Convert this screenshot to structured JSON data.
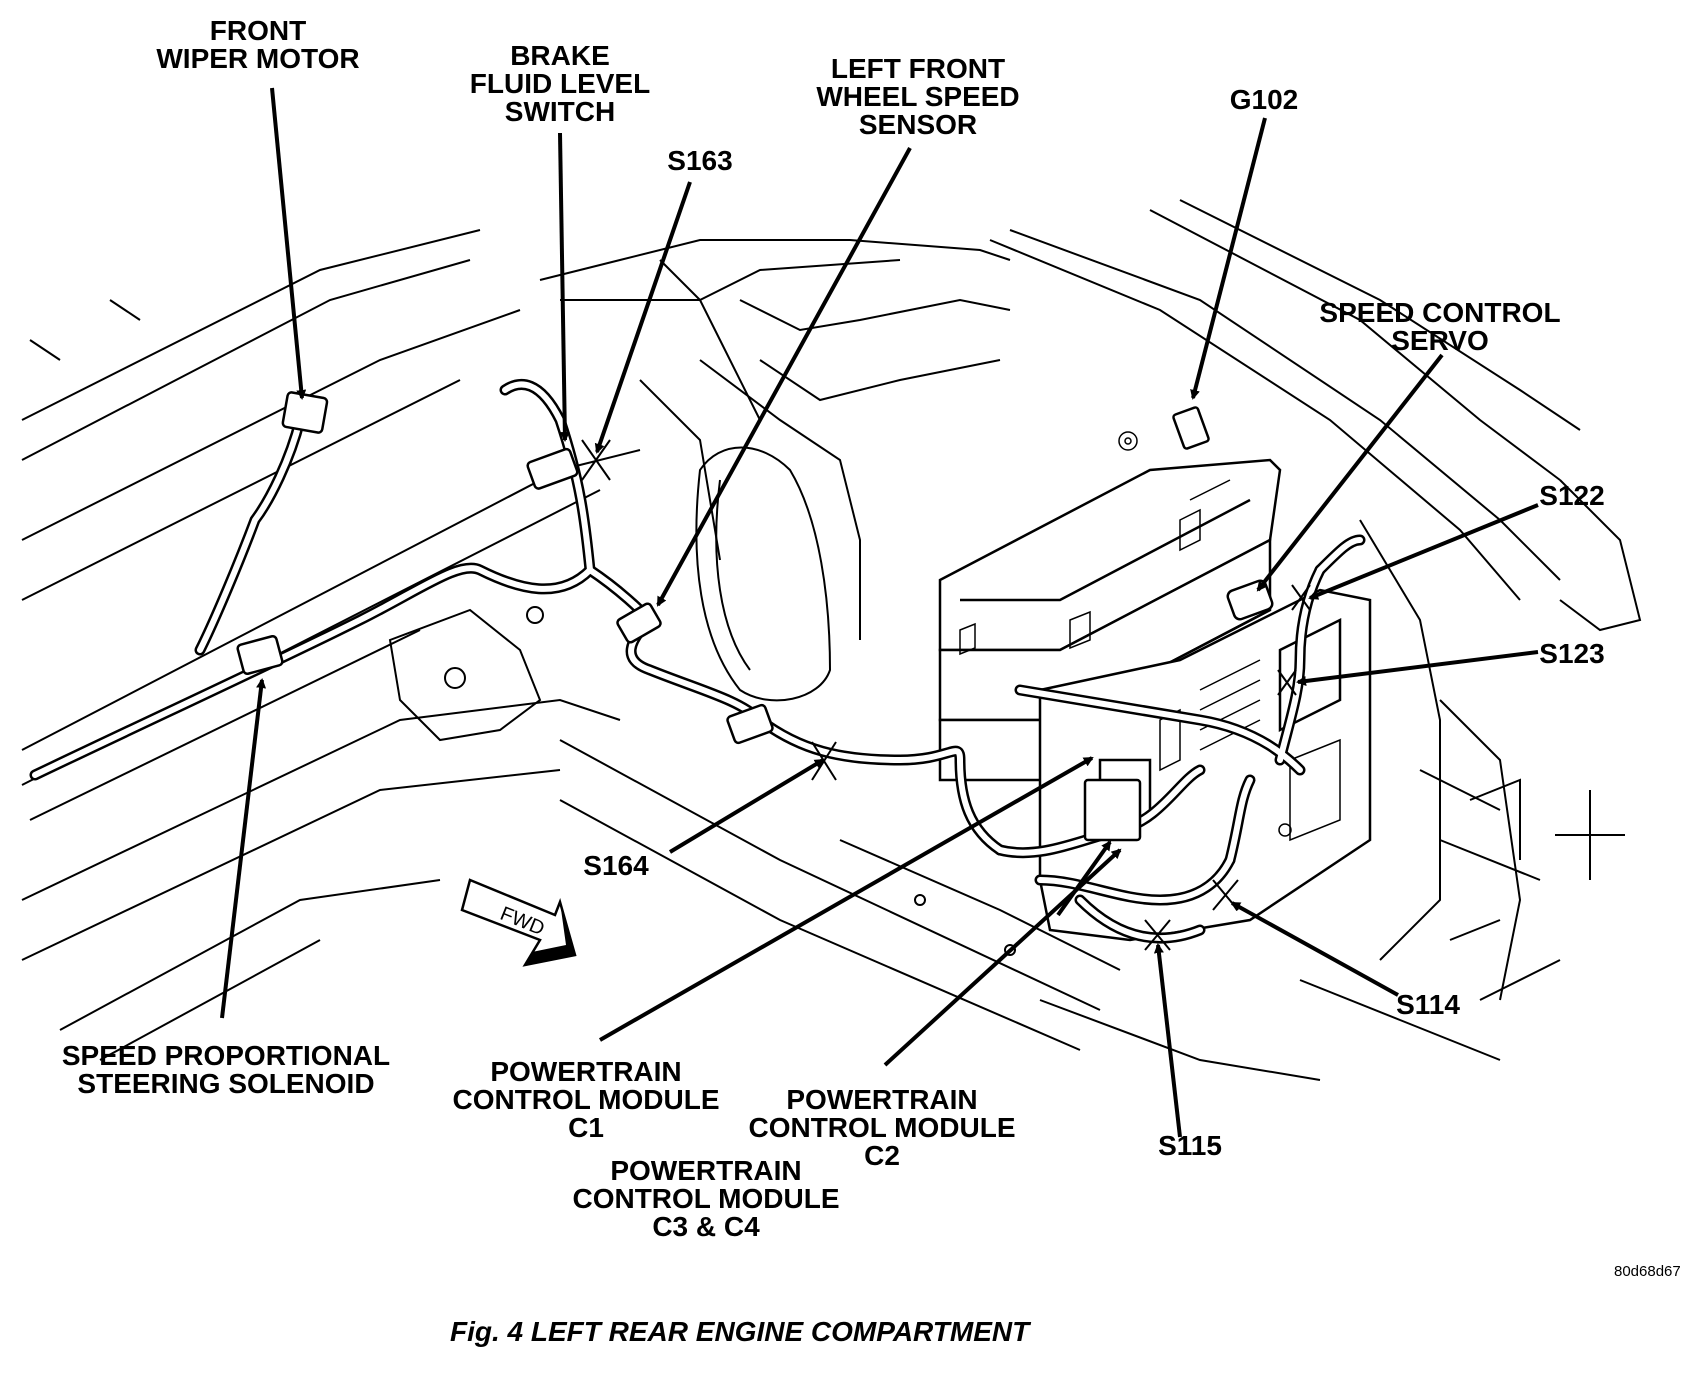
{
  "labels": {
    "front_wiper_motor": [
      "FRONT",
      "WIPER MOTOR"
    ],
    "brake_fluid_level_switch": [
      "BRAKE",
      "FLUID LEVEL",
      "SWITCH"
    ],
    "s163": [
      "S163"
    ],
    "left_front_wheel_speed_sensor": [
      "LEFT FRONT",
      "WHEEL SPEED",
      "SENSOR"
    ],
    "g102": [
      "G102"
    ],
    "speed_control_servo": [
      "SPEED CONTROL",
      "SERVO"
    ],
    "s122": [
      "S122"
    ],
    "s123": [
      "S123"
    ],
    "s164": [
      "S164"
    ],
    "s114": [
      "S114"
    ],
    "s115": [
      "S115"
    ],
    "speed_proportional_steering_solenoid": [
      "SPEED PROPORTIONAL",
      "STEERING SOLENOID"
    ],
    "pcm_c1": [
      "POWERTRAIN",
      "CONTROL MODULE",
      "C1"
    ],
    "pcm_c2": [
      "POWERTRAIN",
      "CONTROL MODULE",
      "C2"
    ],
    "pcm_c3_c4": [
      "POWERTRAIN",
      "CONTROL MODULE",
      "C3 & C4"
    ]
  },
  "fwd_label": "FWD",
  "reference_code": "80d68d67",
  "caption": "Fig. 4 LEFT REAR ENGINE COMPARTMENT"
}
